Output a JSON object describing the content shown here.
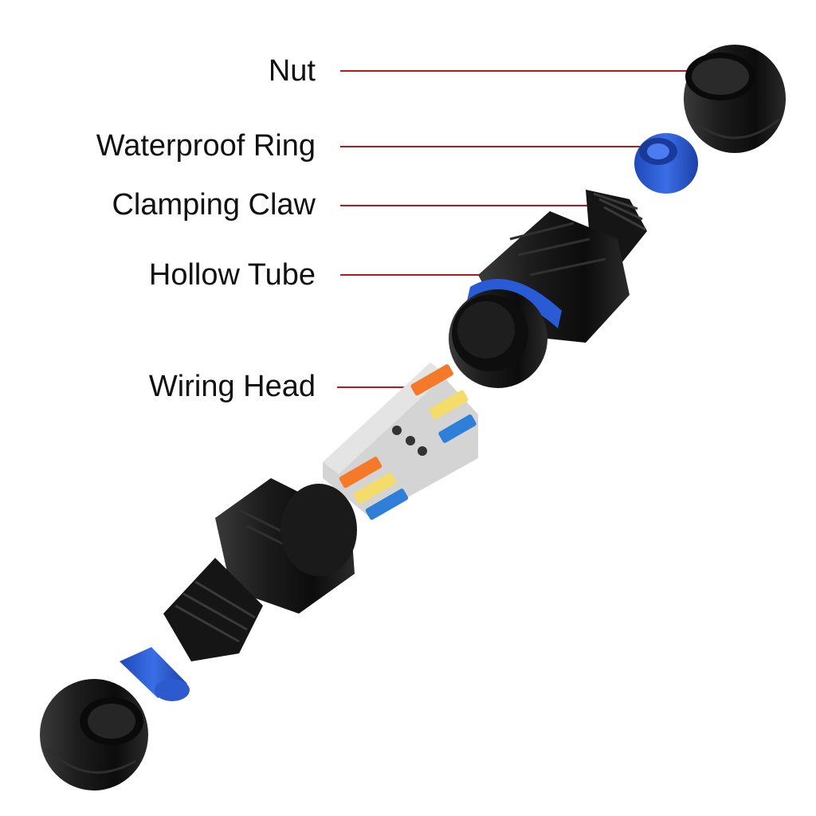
{
  "labels": {
    "nut": "Nut",
    "waterproof_ring": "Waterproof Ring",
    "clamping_claw": "Clamping Claw",
    "hollow_tube": "Hollow Tube",
    "wiring_head": "Wiring Head"
  },
  "colors": {
    "leader_line": "#c0151c",
    "body": "#161616",
    "ring": "#2a5bd7",
    "terminal_housing": "#d4d4d4",
    "lever_orange": "#f47a2a",
    "lever_yellow": "#f4dc6a",
    "lever_blue": "#2f7fd8"
  }
}
